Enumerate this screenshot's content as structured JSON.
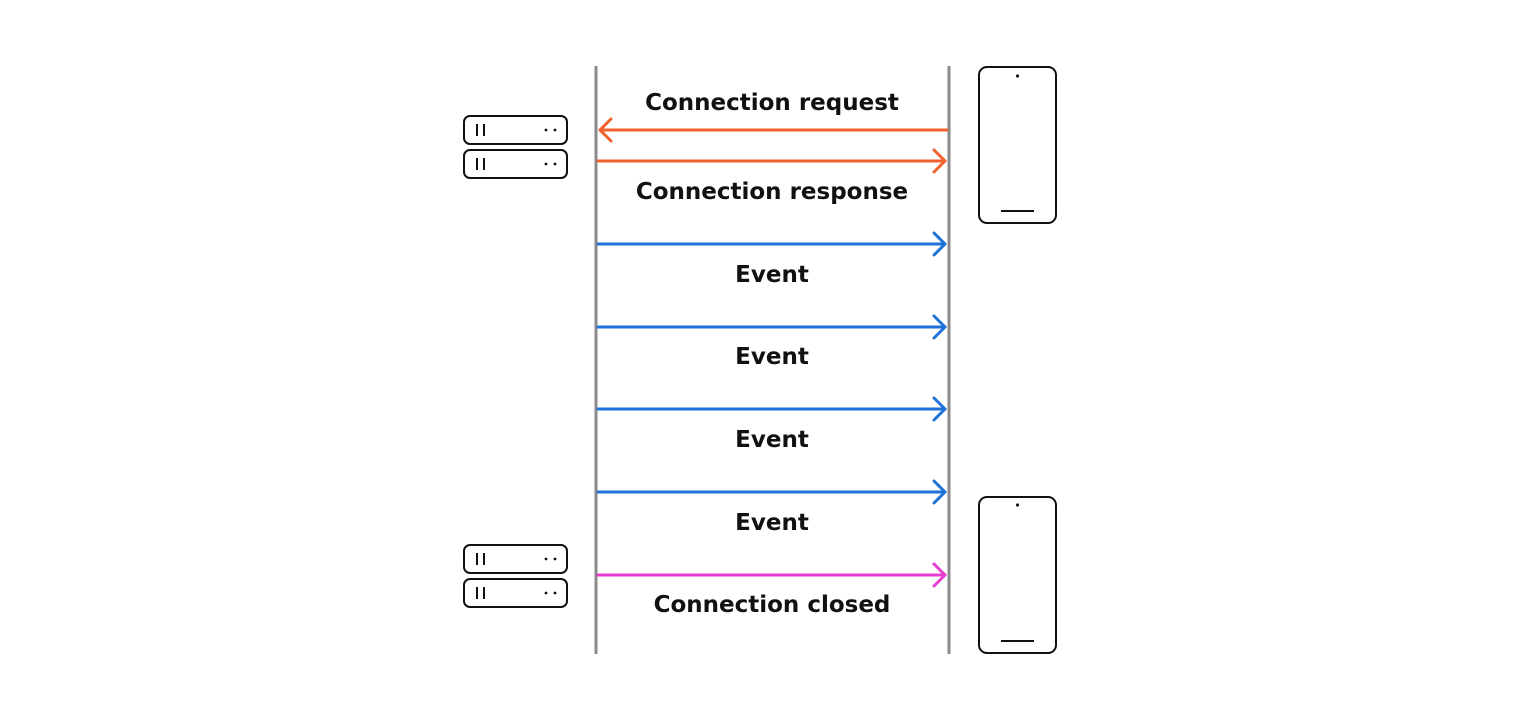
{
  "diagram": {
    "colors": {
      "lifeline": "#8a8a8a",
      "outline": "#111111",
      "request": "#f0612d",
      "response": "#f0612d",
      "event": "#1e72d8",
      "closed": "#e83bd0"
    },
    "messages": [
      {
        "label": "Connection request",
        "direction": "to-server",
        "kind": "request"
      },
      {
        "label": "Connection response",
        "direction": "to-client",
        "kind": "response"
      },
      {
        "label": "Event",
        "direction": "to-client",
        "kind": "event"
      },
      {
        "label": "Event",
        "direction": "to-client",
        "kind": "event"
      },
      {
        "label": "Event",
        "direction": "to-client",
        "kind": "event"
      },
      {
        "label": "Event",
        "direction": "to-client",
        "kind": "event"
      },
      {
        "label": "Connection closed",
        "direction": "to-client",
        "kind": "closed"
      }
    ],
    "icons": {
      "server": "server-rack-icon",
      "client": "mobile-phone-icon"
    }
  }
}
